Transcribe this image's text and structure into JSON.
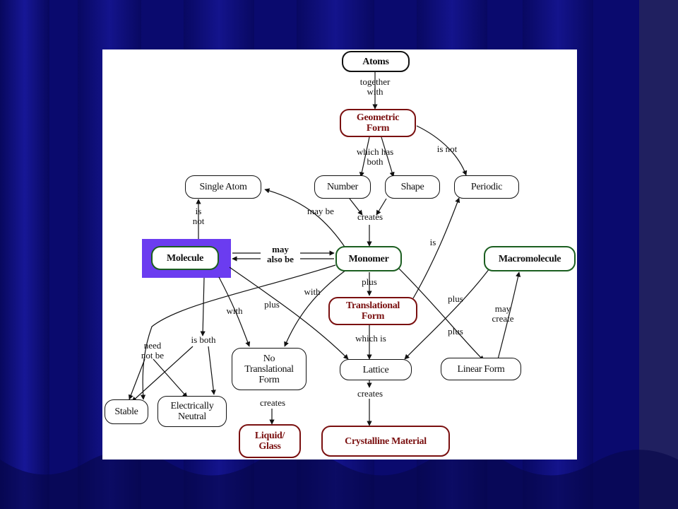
{
  "theme": {
    "background": "#0a0a6e",
    "curtain_highlight": "#1e1ea8",
    "slide_bg": "#ffffff",
    "accent_red": "#7a1010",
    "accent_green": "#1b5e20",
    "highlight": "#6b3cf0"
  },
  "nodes": {
    "atoms": "Atoms",
    "geometric_form": "Geometric\nForm",
    "number": "Number",
    "shape": "Shape",
    "periodic": "Periodic",
    "single_atom": "Single Atom",
    "molecule": "Molecule",
    "monomer": "Monomer",
    "macromolecule": "Macromolecule",
    "translational_form": "Translational\nForm",
    "no_translational_form": "No\nTranslational\nForm",
    "lattice": "Lattice",
    "linear_form": "Linear Form",
    "stable": "Stable",
    "electrically_neutral": "Electrically\nNeutral",
    "liquid_glass": "Liquid/\nGlass",
    "crystalline_material": "Crystalline Material"
  },
  "links": {
    "together_with": "together\nwith",
    "which_has_both": "which has\nboth",
    "is_not_periodic": "is not",
    "may_be": "may be",
    "creates_monomer": "creates",
    "is_not_single": "is\nnot",
    "may_also_be": "may\nalso be",
    "is_periodic": "is",
    "plus_translational": "plus",
    "with_no_trans_monomer": "with",
    "with_no_trans_molecule": "with",
    "plus_lattice_molecule": "plus",
    "plus_macro": "plus",
    "may_create": "may\ncreate",
    "plus_linear": "plus",
    "which_is": "which is",
    "need_not_be": "need\nnot be",
    "is_both": "is both",
    "creates_liquid": "creates",
    "creates_crystalline": "creates"
  }
}
